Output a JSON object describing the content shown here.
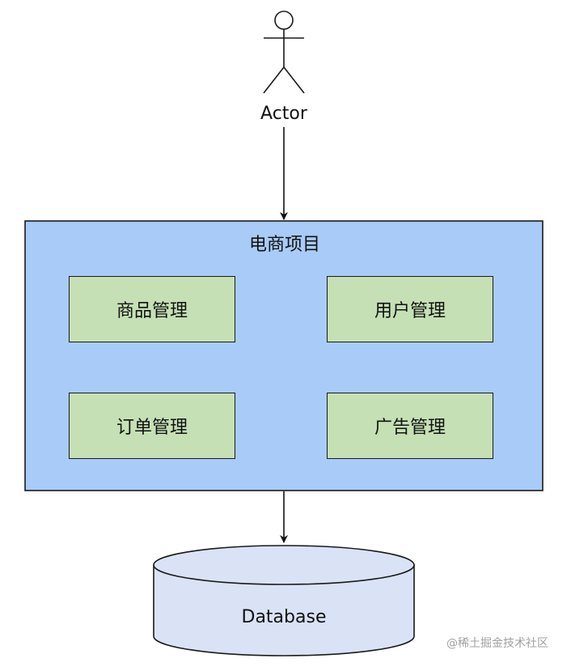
{
  "actor": {
    "label": "Actor"
  },
  "system": {
    "title": "电商项目",
    "modules": [
      {
        "label": "商品管理"
      },
      {
        "label": "用户管理"
      },
      {
        "label": "订单管理"
      },
      {
        "label": "广告管理"
      }
    ]
  },
  "database": {
    "label": "Database"
  },
  "watermark": "@稀土掘金技术社区",
  "colors": {
    "system_fill": "#a9cbf7",
    "module_fill": "#c5e0b4",
    "database_fill": "#dae3f5",
    "line": "#1a1a1a"
  }
}
